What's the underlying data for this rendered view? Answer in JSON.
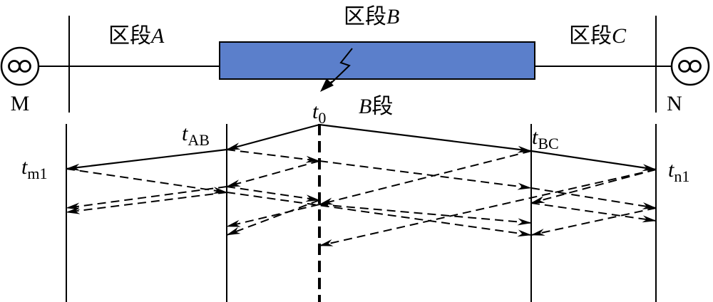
{
  "diagram": {
    "colors": {
      "segment_b_fill": "#5b7fcb",
      "line": "#000000",
      "background": "#ffffff"
    },
    "sections": {
      "a": {
        "prefix": "区段",
        "letter": "A"
      },
      "b": {
        "prefix": "区段",
        "letter": "B"
      },
      "c": {
        "prefix": "区段",
        "letter": "C"
      }
    },
    "sources": {
      "left": {
        "label": "M",
        "symbol": "∞"
      },
      "right": {
        "label": "N",
        "symbol": "∞"
      }
    },
    "fault_label": {
      "letter": "B",
      "suffix": "段"
    },
    "times": {
      "t0": {
        "base": "t",
        "sub": "0"
      },
      "tAB": {
        "base": "t",
        "sub": "AB"
      },
      "tBC": {
        "base": "t",
        "sub": "BC"
      },
      "tm1": {
        "base": "t",
        "sub": "m1"
      },
      "tn1": {
        "base": "t",
        "sub": "n1"
      }
    }
  }
}
